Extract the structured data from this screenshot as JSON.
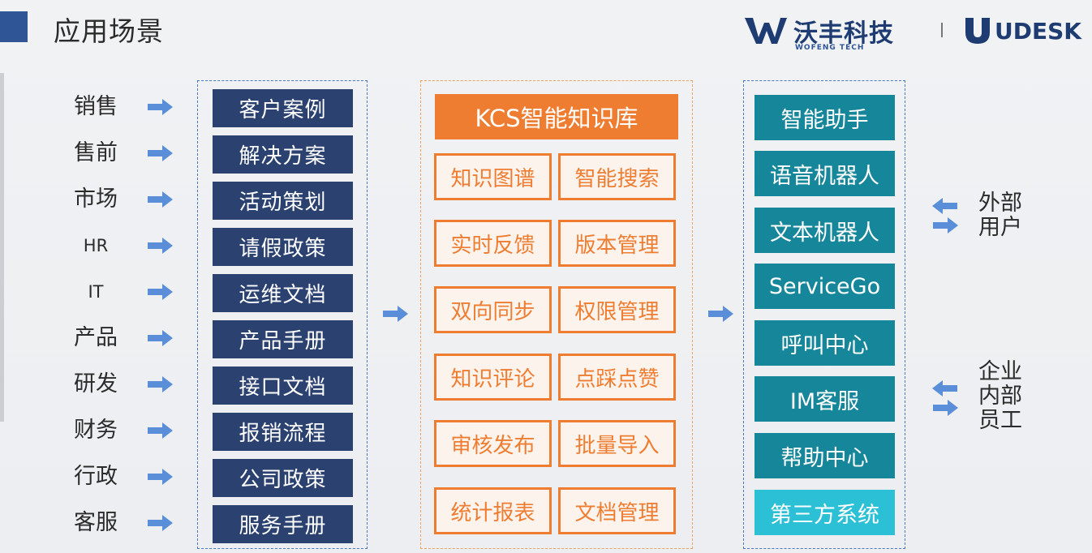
{
  "header": {
    "title": "应用场景",
    "logo_wofeng": {
      "name": "沃丰科技",
      "sub": "WOFENG TECH"
    },
    "logo_udesk": {
      "name": "UDESK"
    }
  },
  "scenarios": [
    "销售",
    "售前",
    "市场",
    "HR",
    "IT",
    "产品",
    "研发",
    "财务",
    "行政",
    "客服"
  ],
  "documents": [
    "客户案例",
    "解决方案",
    "活动策划",
    "请假政策",
    "运维文档",
    "产品手册",
    "接口文档",
    "报销流程",
    "公司政策",
    "服务手册"
  ],
  "kcs": {
    "title": "KCS智能知识库",
    "features": [
      [
        "知识图谱",
        "智能搜索"
      ],
      [
        "实时反馈",
        "版本管理"
      ],
      [
        "双向同步",
        "权限管理"
      ],
      [
        "知识评论",
        "点踩点赞"
      ],
      [
        "审核发布",
        "批量导入"
      ],
      [
        "统计报表",
        "文档管理"
      ]
    ]
  },
  "channels": [
    "智能助手",
    "语音机器人",
    "文本机器人",
    "ServiceGo",
    "呼叫中心",
    "IM客服",
    "帮助中心",
    "第三方系统"
  ],
  "users": {
    "external": [
      "外部",
      "用户"
    ],
    "internal": [
      "企业",
      "内部",
      "员工"
    ]
  },
  "colors": {
    "navy": "#2b4170",
    "orange": "#ee7d31",
    "teal": "#16869a",
    "teal_light": "#2bc0d6",
    "arrow": "#5b8ed8",
    "brand": "#1e3c72"
  }
}
